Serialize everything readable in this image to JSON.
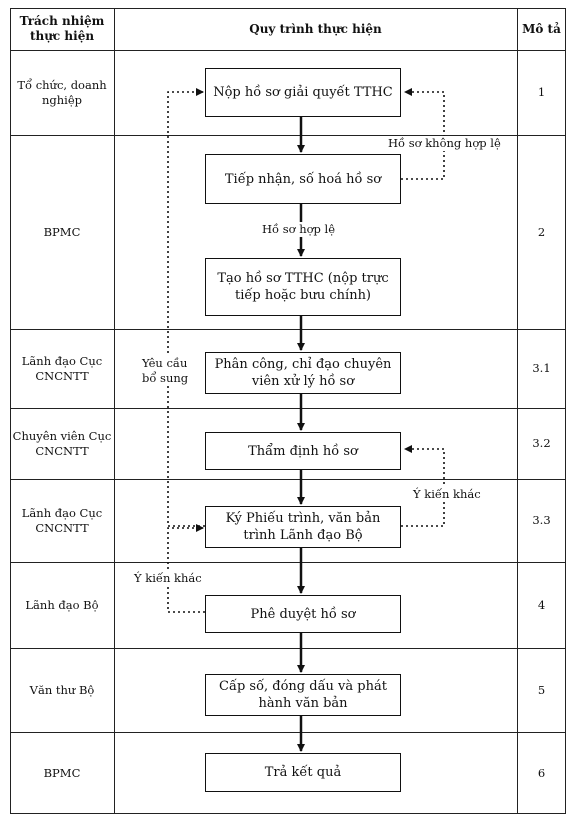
{
  "header": {
    "col1": "Trách nhiệm thực hiện",
    "col2": "Quy trình thực hiện",
    "col3": "Mô tả"
  },
  "rows": [
    {
      "role": "Tổ chức, doanh nghiệp",
      "desc": "1"
    },
    {
      "role": "BPMC",
      "desc": "2"
    },
    {
      "role": "Lãnh đạo Cục CNCNTT",
      "desc": "3.1"
    },
    {
      "role": "Chuyên viên Cục CNCNTT",
      "desc": "3.2"
    },
    {
      "role": "Lãnh đạo Cục CNCNTT",
      "desc": "3.3"
    },
    {
      "role": "Lãnh đạo Bộ",
      "desc": "4"
    },
    {
      "role": "Văn thư Bộ",
      "desc": "5"
    },
    {
      "role": "BPMC",
      "desc": "6"
    }
  ],
  "steps": [
    "Nộp hồ sơ giải quyết TTHC",
    "Tiếp nhận, số hoá hồ sơ",
    "Tạo hồ sơ TTHC (nộp trực tiếp hoặc bưu chính)",
    "Phân công, chỉ đạo chuyên viên xử lý hồ sơ",
    "Thẩm định hồ sơ",
    "Ký Phiếu trình, văn bản trình Lãnh đạo Bộ",
    "Phê duyệt hồ sơ",
    "Cấp số, đóng dấu và phát hành văn bản",
    "Trả kết quả"
  ],
  "labels": {
    "invalid": "Hồ sơ không hợp lệ",
    "valid": "Hồ sơ hợp lệ",
    "supplement": "Yêu cầu bổ sung",
    "other_opinion_1": "Ý kiến khác",
    "other_opinion_2": "Ý kiến khác"
  }
}
